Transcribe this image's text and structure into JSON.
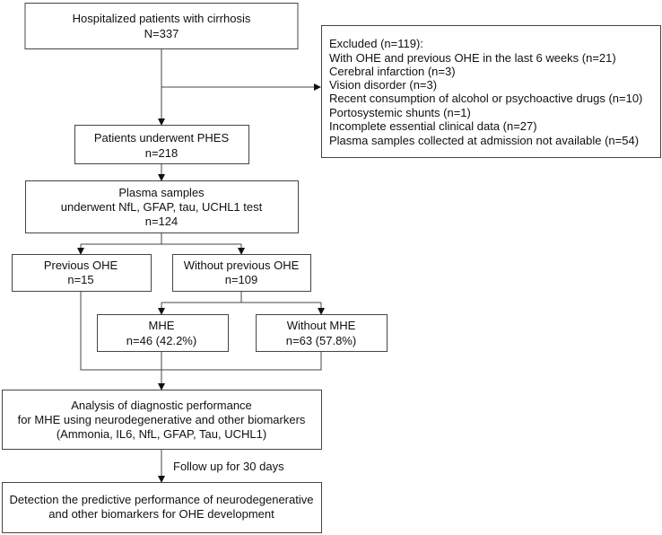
{
  "boxes": {
    "hospitalized": [
      "Hospitalized patients with cirrhosis",
      "N=337"
    ],
    "excluded": [
      "Excluded (n=119):",
      "With OHE and previous OHE in the last 6 weeks (n=21)",
      "Cerebral infarction (n=3)",
      "Vision disorder (n=3)",
      "Recent consumption of alcohol or psychoactive drugs (n=10)",
      "Portosystemic shunts (n=1)",
      "Incomplete essential clinical data (n=27)",
      "Plasma samples collected at admission not available (n=54)"
    ],
    "phes": [
      "Patients underwent PHES",
      "n=218"
    ],
    "plasma": [
      "Plasma samples",
      "underwent NfL, GFAP, tau, UCHL1 test",
      "n=124"
    ],
    "previous_ohe": [
      "Previous OHE",
      "n=15"
    ],
    "without_previous_ohe": [
      "Without previous OHE",
      "n=109"
    ],
    "mhe": [
      "MHE",
      "n=46 (42.2%)"
    ],
    "without_mhe": [
      "Without MHE",
      "n=63 (57.8%)"
    ],
    "analysis": [
      "Analysis of diagnostic performance",
      "for MHE using neurodegenerative and other biomarkers",
      "(Ammonia, IL6, NfL, GFAP, Tau, UCHL1)"
    ],
    "detection": [
      "Detection the predictive performance of neurodegenerative",
      "and other biomarkers for OHE development"
    ]
  },
  "follow_up_label": "Follow up for 30 days"
}
